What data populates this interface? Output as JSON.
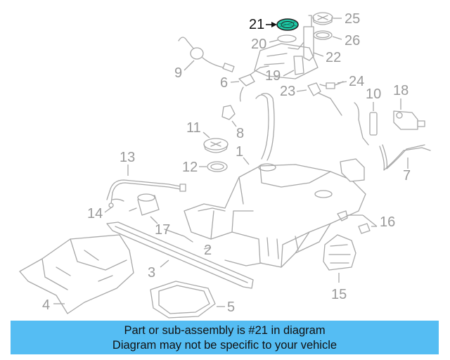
{
  "diagram": {
    "highlighted_part": "21",
    "highlight_color": "#1ec9a6",
    "callouts": [
      "21",
      "25",
      "20",
      "26",
      "22",
      "9",
      "6",
      "19",
      "24",
      "23",
      "10",
      "18",
      "11",
      "8",
      "1",
      "13",
      "12",
      "7",
      "14",
      "17",
      "16",
      "2",
      "3",
      "15",
      "4",
      "5"
    ]
  },
  "banner": {
    "line1": "Part or sub-assembly is #21 in diagram",
    "line2": "Diagram may not be specific to your vehicle",
    "color": "#55bdf3"
  }
}
